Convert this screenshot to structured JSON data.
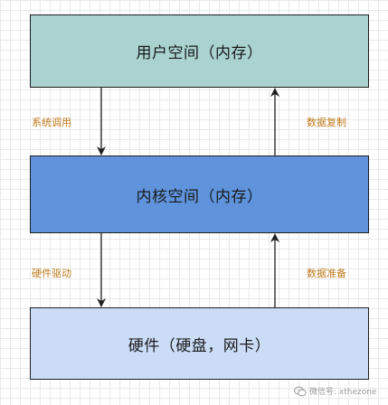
{
  "boxes": {
    "user_space": "用户空间（内存）",
    "kernel_space": "内核空间（内存）",
    "hardware": "硬件（硬盘，网卡）"
  },
  "edges": {
    "system_call": "系统调用",
    "data_copy": "数据复制",
    "hardware_driver": "硬件驱动",
    "data_prepare": "数据准备"
  },
  "watermark": "微信号: xthezone",
  "colors": {
    "user_box": "#a9d2d0",
    "kernel_box": "#5f94dc",
    "hardware_box": "#cbdcf7",
    "label_text": "#c07a1c"
  }
}
